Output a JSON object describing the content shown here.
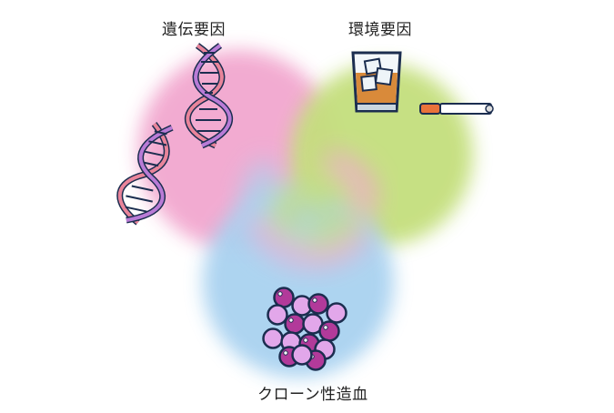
{
  "labels": {
    "genetic": "遺伝要因",
    "environment": "環境要因",
    "clonal_hematopoiesis": "クローン性造血"
  },
  "icons": {
    "genetic": "dna-helix-icon",
    "environment_drink": "whiskey-glass-icon",
    "environment_smoke": "cigarette-icon",
    "clonal": "blood-cell-cluster-icon"
  },
  "colors": {
    "pink": "#f2a7cf",
    "green": "#c4df7d",
    "blue": "#a9d2f0",
    "cell_dark": "#b23a9a",
    "cell_light": "#e2a7ea",
    "outline": "#1b2d4f",
    "whiskey": "#d98a3a"
  }
}
